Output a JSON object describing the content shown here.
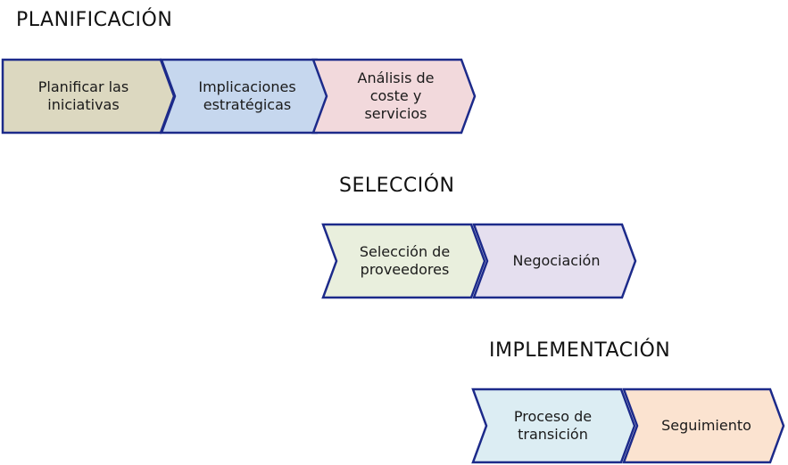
{
  "phases": [
    {
      "heading": "PLANIFICACIÓN",
      "steps": [
        {
          "label": "Planificar las\niniciativas",
          "fill": "#dcd8c0"
        },
        {
          "label": "Implicaciones\nestratégicas",
          "fill": "#c6d7ee"
        },
        {
          "label": "Análisis de\ncoste y\nservicios",
          "fill": "#f2d9dc"
        }
      ]
    },
    {
      "heading": "SELECCIÓN",
      "steps": [
        {
          "label": "Selección de\nproveedores",
          "fill": "#e9efdd"
        },
        {
          "label": "Negociación",
          "fill": "#e5dfef"
        }
      ]
    },
    {
      "heading": "IMPLEMENTACIÓN",
      "steps": [
        {
          "label": "Proceso de\ntransición",
          "fill": "#dcedf3"
        },
        {
          "label": "Seguimiento",
          "fill": "#fbe3d0"
        }
      ]
    }
  ],
  "colors": {
    "stroke": "#1c2a8a"
  }
}
